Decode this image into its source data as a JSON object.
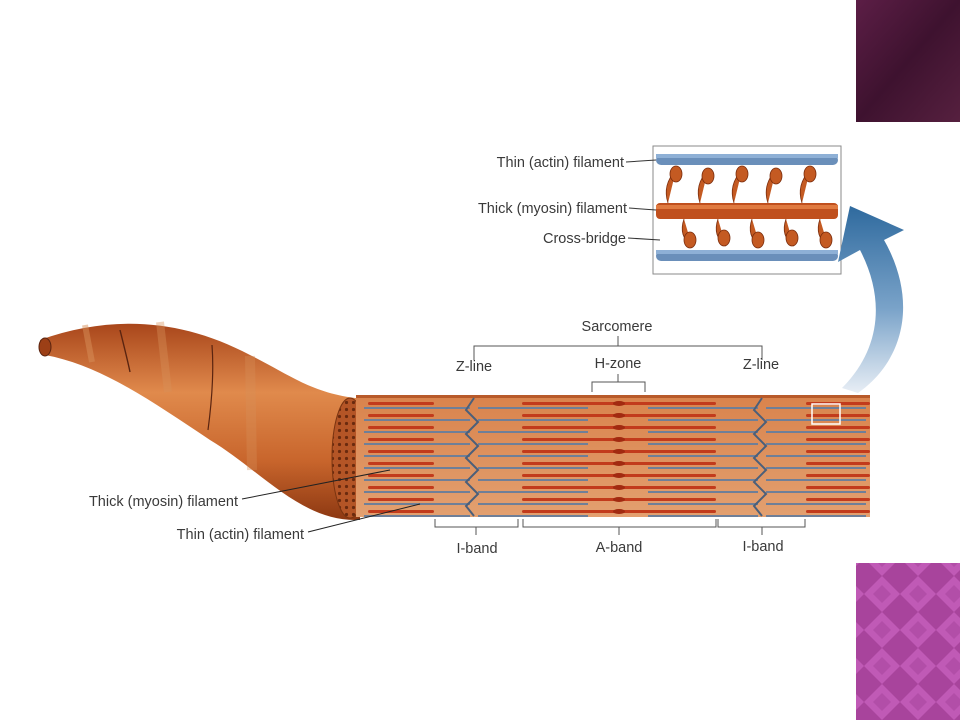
{
  "labels": {
    "thin_actin_top": "Thin (actin) filament",
    "thick_myosin_top": "Thick (myosin) filament",
    "cross_bridge": "Cross-bridge",
    "sarcomere": "Sarcomere",
    "z_line_left": "Z-line",
    "h_zone": "H-zone",
    "z_line_right": "Z-line",
    "thick_myosin_left": "Thick (myosin) filament",
    "thin_actin_left": "Thin (actin) filament",
    "i_band_left": "I-band",
    "a_band": "A-band",
    "i_band_right": "I-band"
  },
  "colors": {
    "fiber": "#c8622a",
    "fiber_dark": "#8a3410",
    "actin": "#6a8fba",
    "myosin": "#c0501e",
    "arrow": "#3f78a8",
    "deco_dark": "#4a1838",
    "deco_light": "#b04aa6"
  }
}
